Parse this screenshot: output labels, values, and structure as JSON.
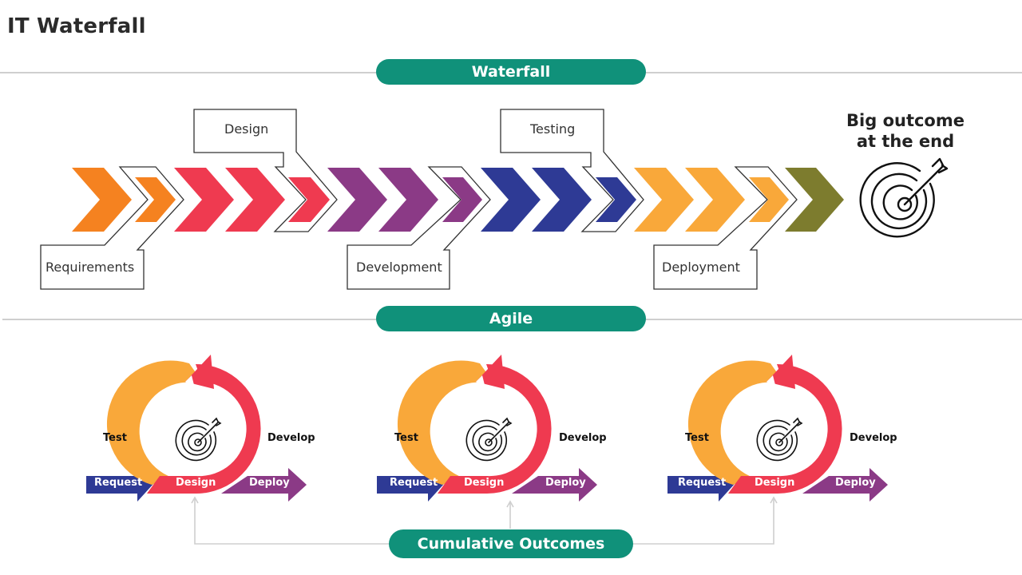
{
  "title": "IT Waterfall",
  "waterfall": {
    "header": "Waterfall",
    "phases": [
      {
        "label": "Requirements",
        "color": "#f58220"
      },
      {
        "label": "Design",
        "color": "#ef3a50"
      },
      {
        "label": "Development",
        "color": "#8b3a86"
      },
      {
        "label": "Testing",
        "color": "#2e3a95"
      },
      {
        "label": "Deployment",
        "color": "#f9a83a"
      }
    ],
    "final_color": "#7d7c2e",
    "outcome_line1": "Big outcome",
    "outcome_line2": "at the end",
    "outcome_icon": "target-arrow-icon"
  },
  "agile": {
    "header": "Agile",
    "cycles": [
      {
        "test": "Test",
        "develop": "Develop",
        "request": "Request",
        "design": "Design",
        "deploy": "Deploy"
      },
      {
        "test": "Test",
        "develop": "Develop",
        "request": "Request",
        "design": "Design",
        "deploy": "Deploy"
      },
      {
        "test": "Test",
        "develop": "Develop",
        "request": "Request",
        "design": "Design",
        "deploy": "Deploy"
      }
    ],
    "colors": {
      "test": "#f9a83a",
      "develop": "#ef3a50",
      "request": "#2e3a95",
      "deploy": "#8b3a86"
    },
    "footer": "Cumulative Outcomes"
  },
  "accent_color": "#10917a"
}
